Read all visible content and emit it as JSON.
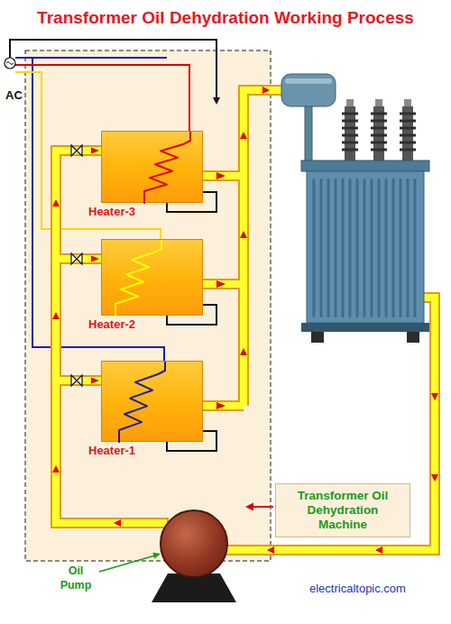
{
  "diagram": {
    "title": "Transformer Oil Dehydration Working Process",
    "nodes": [
      {
        "text": [
          "Heater-3"
        ]
      },
      {
        "text": [
          "Heater-2"
        ]
      },
      {
        "text": [
          "Heater-1"
        ]
      },
      {
        "text": [
          "Transformer Oil Dehydration Machine"
        ]
      },
      {
        "text": [
          "Oil Pump"
        ]
      }
    ],
    "edges": [
      {
        "from": 4,
        "to": 2,
        "arrow": "to"
      },
      {
        "from": 4,
        "to": 1,
        "arrow": "to"
      },
      {
        "from": 4,
        "to": 0,
        "arrow": "to"
      }
    ],
    "labels": [
      "AC",
      "electricaltopic.com"
    ]
  }
}
